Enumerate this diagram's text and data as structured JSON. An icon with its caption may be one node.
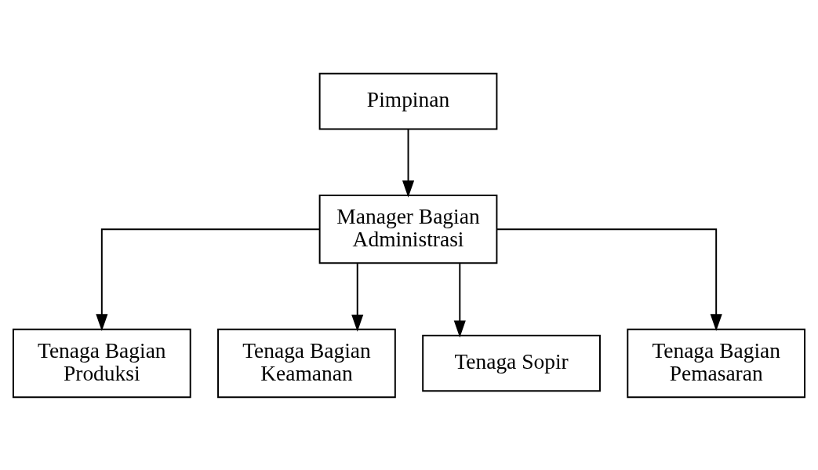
{
  "diagram": {
    "nodes": [
      {
        "text": [
          "Pimpinan"
        ]
      },
      {
        "text": [
          "Manager Bagian Administrasi"
        ]
      },
      {
        "text": [
          "Tenaga Bagian Produksi"
        ]
      },
      {
        "text": [
          "Tenaga Bagian Keamanan"
        ]
      },
      {
        "text": [
          "Tenaga Sopir"
        ]
      },
      {
        "text": [
          "Tenaga Bagian Pemasaran"
        ]
      }
    ],
    "edges": [
      {
        "from": 0,
        "to": 1,
        "arrow": "to"
      },
      {
        "from": 1,
        "to": 2,
        "arrow": "to"
      },
      {
        "from": 1,
        "to": 3,
        "arrow": "to"
      },
      {
        "from": 1,
        "to": 4,
        "arrow": "to"
      },
      {
        "from": 1,
        "to": 5,
        "arrow": "to"
      }
    ]
  }
}
